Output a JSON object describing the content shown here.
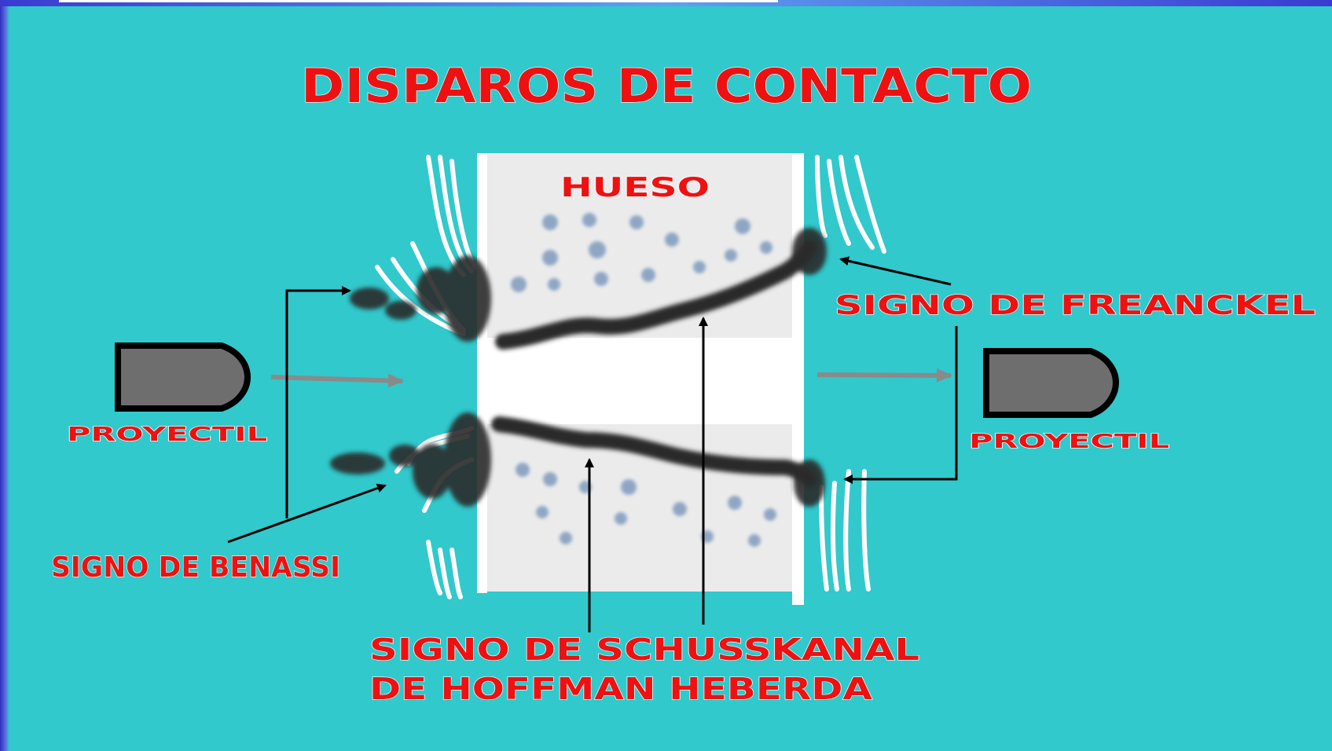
{
  "title": "DISPAROS DE CONTACTO",
  "labels": {
    "bone": "HUESO",
    "projectile_left": "PROYECTIL",
    "projectile_right": "PROYECTIL",
    "sign_benassi": "SIGNO DE BENASSI",
    "sign_freanckel": "SIGNO DE FREANCKEL",
    "sign_schusskanal_line1": "SIGNO DE SCHUSSKANAL",
    "sign_schusskanal_line2": "DE HOFFMAN HEBERDA"
  },
  "colors": {
    "background": "#31c9cc",
    "label_text": "#ee1111",
    "bone": "#ebebeb",
    "projectile": "#6e6e6e",
    "soot": "#2a2a2a",
    "arrow": "#000000"
  }
}
